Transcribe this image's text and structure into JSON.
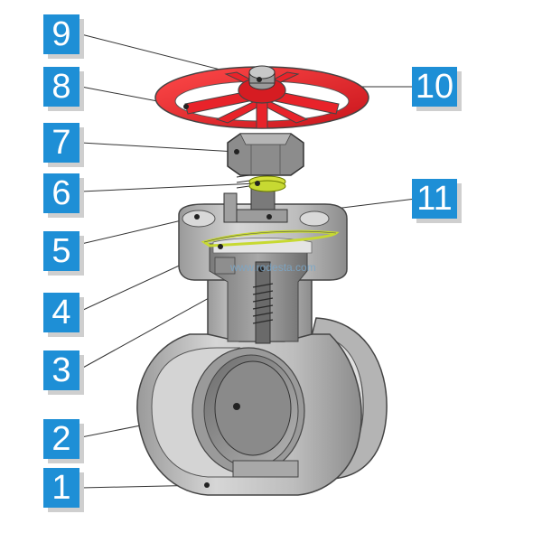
{
  "diagram": {
    "watermark": "www.rodesta.com",
    "labels": [
      {
        "id": "1",
        "text": "1"
      },
      {
        "id": "2",
        "text": "2"
      },
      {
        "id": "3",
        "text": "3"
      },
      {
        "id": "4",
        "text": "4"
      },
      {
        "id": "5",
        "text": "5"
      },
      {
        "id": "6",
        "text": "6"
      },
      {
        "id": "7",
        "text": "7"
      },
      {
        "id": "8",
        "text": "8"
      },
      {
        "id": "9",
        "text": "9"
      },
      {
        "id": "10",
        "text": "10"
      },
      {
        "id": "11",
        "text": "11"
      }
    ],
    "colors": {
      "label_bg": "#1e8fd6",
      "handwheel": "#e8232a",
      "body": "#c9c9c9",
      "gasket": "#c7d932"
    }
  }
}
